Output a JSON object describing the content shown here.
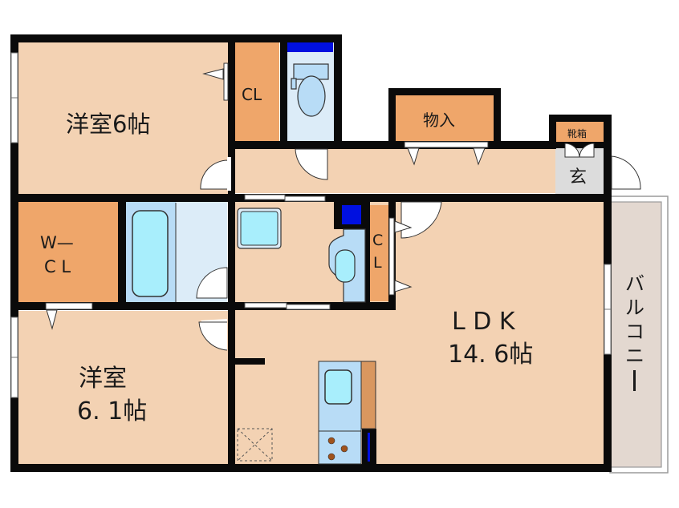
{
  "floorplan": {
    "colors": {
      "room": "#f3d2b3",
      "closet": "#efa66a",
      "wall": "#0a0a0a",
      "wet": "#dcecf8",
      "bath_blue": "#b8dcf6",
      "fixture": "#a8eefc",
      "entrance": "#dcdcdc",
      "balcony": "#e3d8d0",
      "vent_blue": "#0010e0"
    },
    "rooms": {
      "western_room_1": {
        "name": "洋室6帖"
      },
      "closet_1": {
        "name": "CL"
      },
      "storage": {
        "name": "物入"
      },
      "shoe_box": {
        "name": "靴箱"
      },
      "entrance": {
        "name": "玄"
      },
      "walk_in_closet": {
        "line1": "W—",
        "line2": "C L"
      },
      "closet_2": {
        "line1": "C",
        "line2": "L"
      },
      "ldk": {
        "line1": "L D K",
        "line2": "14. 6帖"
      },
      "western_room_2": {
        "line1": "洋室",
        "line2": "6. 1帖"
      },
      "balcony": {
        "chars": [
          "バ",
          "ル",
          "コ",
          "ニ",
          "ー"
        ]
      }
    }
  }
}
